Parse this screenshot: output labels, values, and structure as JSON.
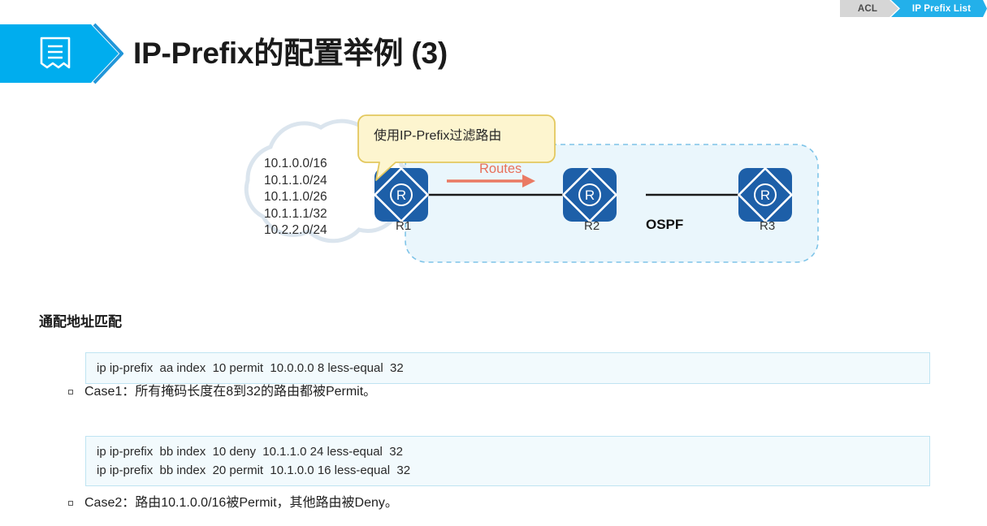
{
  "breadcrumb": {
    "items": [
      {
        "label": "ACL",
        "state": "inactive"
      },
      {
        "label": "IP Prefix List",
        "state": "active"
      }
    ]
  },
  "header": {
    "icon": "document-list-icon",
    "title": "IP-Prefix的配置举例 (3)",
    "banner_color": "#00adee",
    "banner_outline_color": "#2196d9"
  },
  "diagram": {
    "cloud": {
      "prefixes": "10.1.0.0/16\n10.1.1.0/24\n10.1.1.0/26\n10.1.1.1/32\n10.2.2.0/24"
    },
    "callout": {
      "text": "使用IP-Prefix过滤路由",
      "fill": "#fdf5cf",
      "border": "#e3c85e"
    },
    "arrow": {
      "label": "Routes",
      "color": "#e8705a"
    },
    "routers": [
      {
        "name": "R1",
        "glyph": "R"
      },
      {
        "name": "R2",
        "glyph": "R"
      },
      {
        "name": "R3",
        "glyph": "R"
      }
    ],
    "area": {
      "label": "OSPF",
      "fill": "#eaf6fc",
      "border": "#7fc4e8"
    },
    "router_color": "#1d5fa8"
  },
  "content": {
    "section_heading": "通配地址匹配",
    "blocks": [
      {
        "code": [
          "ip ip-prefix  aa index  10 permit  10.0.0.0 8 less-equal  32"
        ],
        "note": "Case1：所有掩码长度在8到32的路由都被Permit。"
      },
      {
        "code": [
          "ip ip-prefix  bb index  10 deny  10.1.1.0 24 less-equal  32",
          "ip ip-prefix  bb index  20 permit  10.1.0.0 16 less-equal  32"
        ],
        "note": "Case2：路由10.1.0.0/16被Permit，其他路由被Deny。"
      }
    ]
  }
}
